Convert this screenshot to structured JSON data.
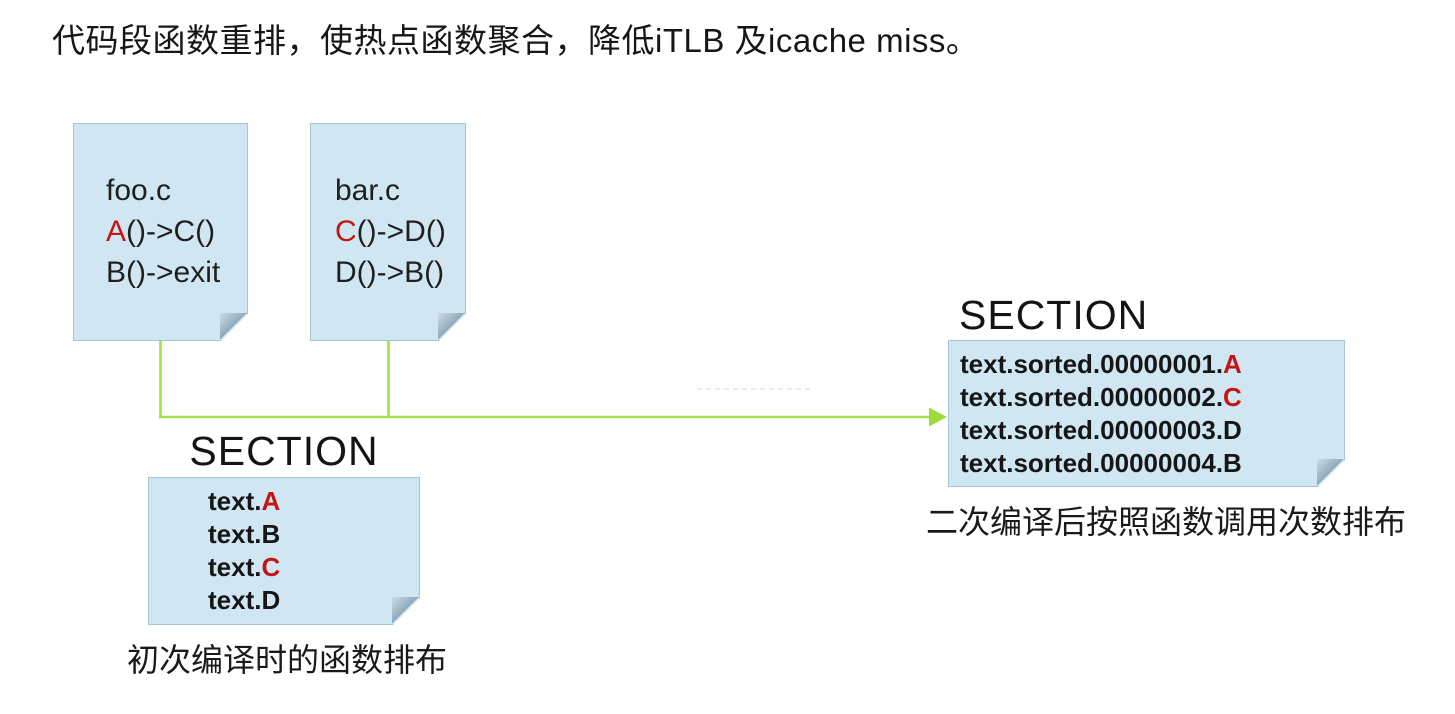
{
  "title": "代码段函数重排，使热点函数聚合，降低iTLB 及icache miss。",
  "colors": {
    "note_background": "#d0e7f3",
    "note_border": "#a5c6d8",
    "folded_corner": "#8fa9ba",
    "connector_green": "#a2e24a",
    "hot_function_red": "#c41414",
    "text_dark": "#1c1c1c"
  },
  "files": [
    {
      "name": "foo.c",
      "calls": [
        {
          "caller": "A",
          "caller_hot": true,
          "rest": "()->C()"
        },
        {
          "caller": "B",
          "caller_hot": false,
          "rest": "()->exit"
        }
      ]
    },
    {
      "name": "bar.c",
      "calls": [
        {
          "caller": "C",
          "caller_hot": true,
          "rest": "()->D()"
        },
        {
          "caller": "D",
          "caller_hot": false,
          "rest": "()->B()"
        }
      ]
    }
  ],
  "section_initial": {
    "heading": "SECTION",
    "entries": [
      {
        "prefix": "text.",
        "func": "A",
        "hot": true
      },
      {
        "prefix": "text.",
        "func": "B",
        "hot": false
      },
      {
        "prefix": "text.",
        "func": "C",
        "hot": true
      },
      {
        "prefix": "text.",
        "func": "D",
        "hot": false
      }
    ],
    "caption": "初次编译时的函数排布"
  },
  "section_sorted": {
    "heading": "SECTION",
    "entries": [
      {
        "prefix": "text.sorted.00000001.",
        "func": "A",
        "hot": true
      },
      {
        "prefix": "text.sorted.00000002.",
        "func": "C",
        "hot": true
      },
      {
        "prefix": "text.sorted.00000003.",
        "func": "D",
        "hot": false
      },
      {
        "prefix": "text.sorted.00000004.",
        "func": "B",
        "hot": false
      }
    ],
    "caption": "二次编译后按照函数调用次数排布"
  }
}
